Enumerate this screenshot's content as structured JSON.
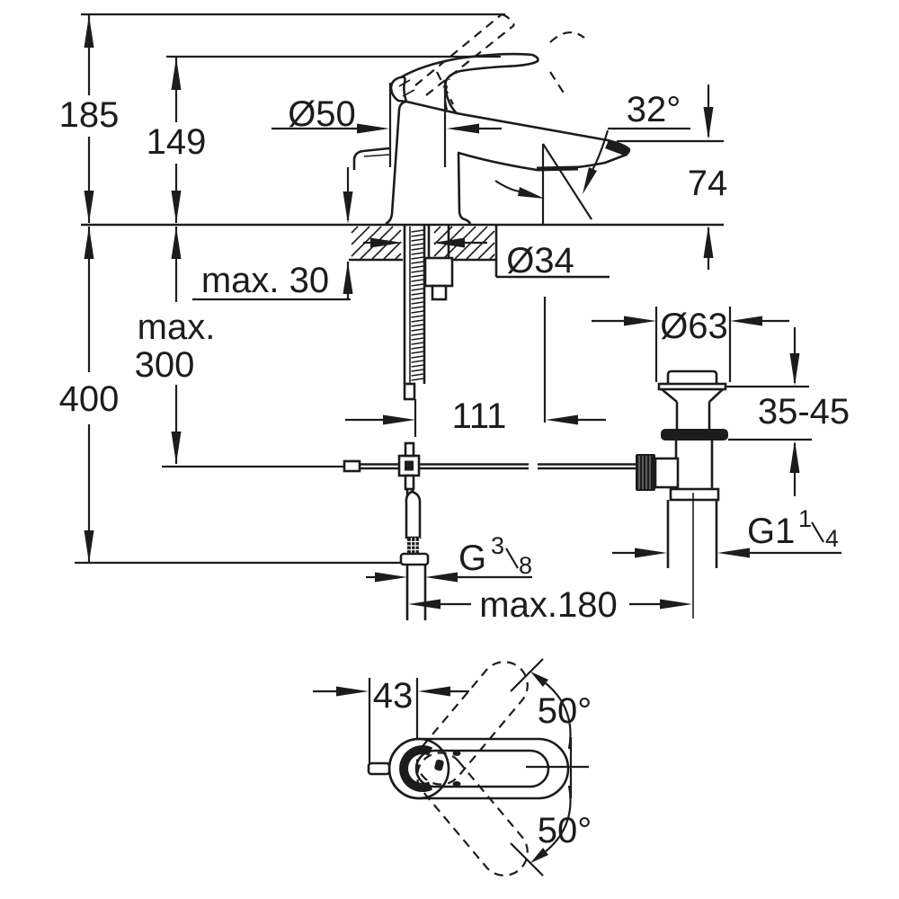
{
  "dimensions": {
    "overall_height": "185",
    "height_to_lever_top": "149",
    "body_diameter": "Ø50",
    "spout_angle": "32°",
    "spout_outlet_height": "74",
    "mounting_hole_diameter": "Ø34",
    "max_deck_thickness": "max. 30",
    "max_under_deck_label": "max.",
    "max_under_deck_value": "300",
    "install_depth": "400",
    "waste_flange_diameter": "Ø63",
    "waste_adjust_range": "35-45",
    "spout_reach": "111",
    "supply_thread": {
      "prefix": "G",
      "numerator": "3",
      "denominator": "8"
    },
    "waste_thread": {
      "prefix": "G1",
      "numerator": "1",
      "denominator": "4"
    },
    "max_rod_distance": "max.180",
    "lever_front_offset": "43",
    "lever_swing_upper": "50°",
    "lever_swing_lower": "50°"
  }
}
